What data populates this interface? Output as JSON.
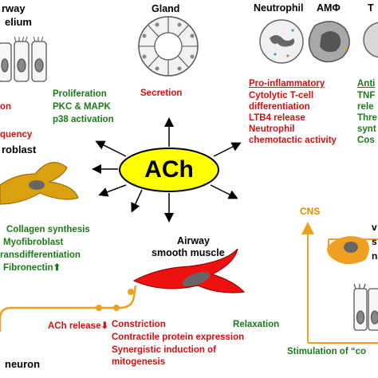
{
  "center": {
    "label": "ACh"
  },
  "nodes": {
    "airway_epithelium": {
      "title_line1": "rway",
      "title_line2": "elium",
      "effects": [
        "Proliferation",
        "PKC & MAPK",
        "p38 activation"
      ],
      "effect_left_red": "on",
      "ciliary": "quency"
    },
    "gland": {
      "title": "Gland",
      "effect": "Secretion"
    },
    "neutrophil": {
      "title": "Neutrophil"
    },
    "macrophage": {
      "title": "AMΦ"
    },
    "t_cell": {
      "title": "T"
    },
    "pro_inflammatory": {
      "heading": "Pro-inflammatory",
      "lines": [
        "Cytolytic T-cell",
        "differentiation",
        "LTB4 release",
        "Neutrophil",
        "chemotactic activity"
      ]
    },
    "anti_inflammatory": {
      "heading": "Anti",
      "lines": [
        "TNF",
        "rele",
        "Thre",
        "synt",
        "Cos"
      ]
    },
    "fibroblast": {
      "title": "roblast",
      "lines": [
        "Collagen synthesis",
        "Myofibroblast",
        "ransdifferentiation",
        "Fibronectin"
      ],
      "arrow": "⬆"
    },
    "smooth_muscle": {
      "title_line1": "Airway",
      "title_line2": "smooth muscle",
      "relaxation": "Relaxation",
      "lines": [
        "Constriction",
        "Contractile protein expression",
        "Synergistic induction of",
        "mitogenesis"
      ]
    },
    "neuron": {
      "label": "neuron",
      "release": "ACh release",
      "arrow": "⬇"
    },
    "cns": {
      "label": "CNS",
      "stimulation": "Stimulation of “co",
      "right_letters": [
        "v",
        "s",
        "n"
      ]
    }
  },
  "colors": {
    "ach_fill": "#ffff00",
    "red": "#d41010",
    "green": "#1a7a1a",
    "orange": "#e08a00",
    "muscle": "#ee1111",
    "fibroblast": "#d9a010"
  }
}
